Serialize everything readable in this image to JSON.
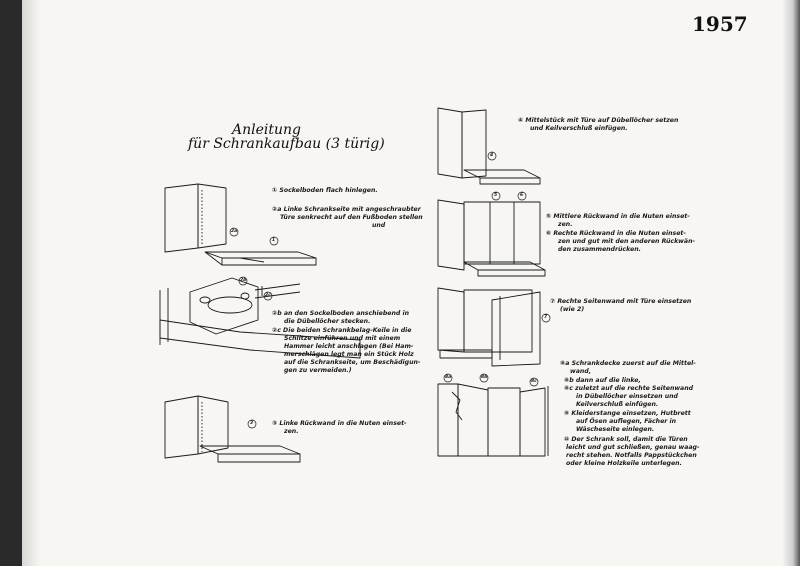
{
  "page": {
    "year": "1957",
    "title": {
      "line1": "Anleitung",
      "line2": "für Schrankaufbau (3 türig)"
    }
  },
  "steps": {
    "s1": "① Sockelboden flach hinlegen.",
    "s2a": [
      "②a Linke Schrankseite mit angeschraubter",
      "Türe senkrecht auf den Fußboden stellen",
      "und"
    ],
    "s2b_a": [
      "②b an den Sockelboden anschiebend in",
      "die Dübellöcher stecken."
    ],
    "s2c": [
      "②c Die beiden Schrankbelag-Keile in die",
      "Schlitze einführen und mit einem",
      "Hammer leicht anschlagen (Bei Ham-",
      "merschlägen legt man ein Stück Holz",
      "auf die Schrankseite, um Beschädigun-",
      "gen zu vermeiden.)"
    ],
    "s3": [
      "③ Linke Rückwand in die Nuten einset-",
      "zen."
    ],
    "s4": [
      "④ Mittelstück mit Türe auf Dübellöcher setzen",
      "und Keilverschluß einfügen."
    ],
    "s5": [
      "⑤ Mittlere Rückwand in die Nuten einset-",
      "zen."
    ],
    "s6": [
      "⑥ Rechte Rückwand in die Nuten einset-",
      "zen und gut mit den anderen Rückwän-",
      "den zusammendrücken."
    ],
    "s7": [
      "⑦ Rechte Seitenwand mit Türe einsetzen",
      "(wie 2)"
    ],
    "s8": [
      "⑧a Schrankdecke zuerst auf die Mittel-",
      "wand,",
      "⑧b dann auf die linke,",
      "⑧c zuletzt auf die rechte Seitenwand",
      "in Dübellöcher einsetzen und",
      "Keilverschluß einfügen.",
      "⑨ Kleiderstange einsetzen, Hutbrett",
      "auf Ösen auflegen, Fächer in",
      "Wäscheseite einlegen.",
      "⑩ Der Schrank soll, damit die Türen",
      "leicht und gut schließen, genau waag-",
      "recht stehen. Notfalls Pappstückchen",
      "oder kleine Holzkeile unterlegen."
    ]
  },
  "callouts": {
    "c1": "1",
    "c2a": "2a",
    "c2b": "2b",
    "c2c": "2c",
    "c3": "3",
    "c4": "4",
    "c5": "5",
    "c6": "6",
    "c7": "7",
    "c8a": "8a",
    "c8b": "8b",
    "c8c": "8c"
  },
  "colors": {
    "paper": "#f7f6f2",
    "ink": "#1a1a1a",
    "scan_border": "#2a2a2a"
  }
}
